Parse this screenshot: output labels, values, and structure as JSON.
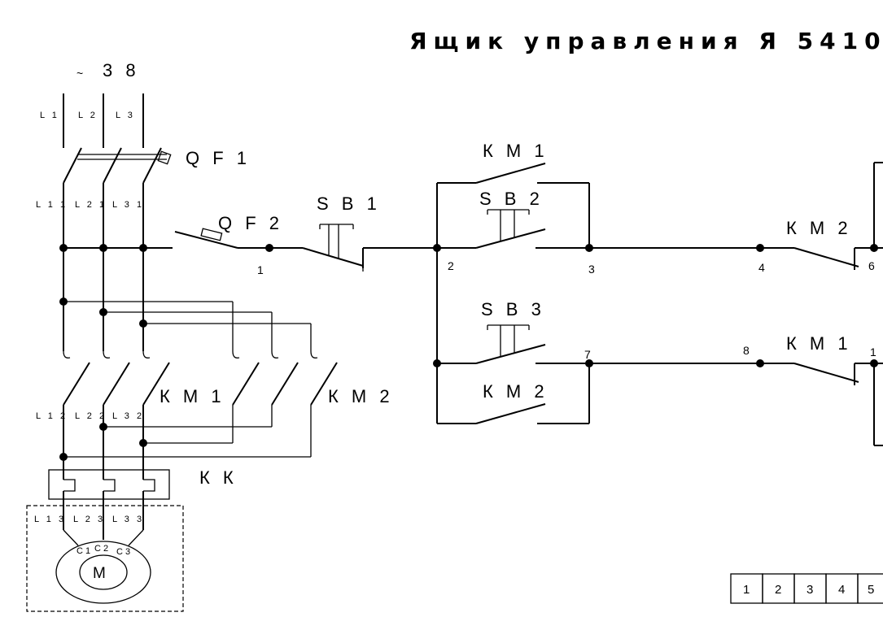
{
  "title": "Ящик управления Я 5410",
  "supply": {
    "symbol": "~",
    "voltage": "3 8"
  },
  "phase_labels": {
    "input": [
      "L 1",
      "L 2",
      "L 3"
    ],
    "after_qf1": [
      "L 1 1",
      "L 2 1",
      "L 3 1"
    ],
    "after_contactors": [
      "L 1 2",
      "L 2 2",
      "L 3 2"
    ],
    "motor_side": [
      "L 1 3",
      "L 2 3",
      "L 3 3"
    ]
  },
  "devices": {
    "qf1": "Q F 1",
    "qf2": "Q F 2",
    "sb1": "S B 1",
    "sb2": "S B 2",
    "sb3": "S B 3",
    "km1_power": "К М 1",
    "km2_power": "К М 2",
    "km1_hold": "К М 1",
    "km2_hold": "К М 2",
    "km2_interlock": "К М 2",
    "km1_interlock": "К М 1",
    "kk": "К К"
  },
  "nodes": {
    "n1": "1",
    "n2": "2",
    "n3": "3",
    "n4": "4",
    "n6": "6",
    "n7": "7",
    "n8": "8",
    "n1x": "1"
  },
  "motor": {
    "label": "M",
    "terminals": [
      "C 1",
      "C 2",
      "C 3"
    ]
  },
  "sheet_numbers": [
    "1",
    "2",
    "3",
    "4",
    "5"
  ]
}
